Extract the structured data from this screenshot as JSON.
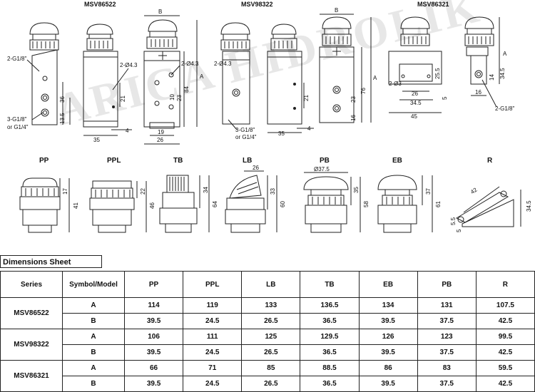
{
  "views": {
    "msv86522": {
      "title": "MSV86522",
      "dims": {
        "port_a": "2-G1/8\"",
        "port_b": "3-G1/8\"",
        "port_b2": "or G1/4\"",
        "hole": "2-Ø4.3",
        "d36": "36",
        "d13_5": "13.5",
        "d21": "21",
        "d4": "4",
        "d35": "35",
        "d26": "26",
        "d19": "19",
        "d10": "10",
        "d23": "23",
        "d84": "84",
        "labelA": "A",
        "labelB": "B"
      }
    },
    "msv98322": {
      "title": "MSV98322",
      "dims": {
        "hole": "2-Ø4.3",
        "d21": "21",
        "port": "3-G1/8\"",
        "port2": "or G1/4\"",
        "d35": "35",
        "d4": "4",
        "labelB": "B"
      }
    },
    "msv86321": {
      "title": "MSV86321",
      "dims": {
        "d23": "23",
        "d16": "16",
        "d76": "76",
        "hole": "2-Ø3",
        "d25_5": "25.5",
        "d26": "26",
        "d34_5": "34.5",
        "d45": "45",
        "d5": "5",
        "d14": "14",
        "d34_5b": "34.5",
        "d16b": "16",
        "port": "2-G1/8\"",
        "labelA": "A",
        "labelB": "B"
      }
    }
  },
  "heads": [
    {
      "key": "PP",
      "label": "PP",
      "dims": [
        "17",
        "41"
      ]
    },
    {
      "key": "PPL",
      "label": "PPL",
      "dims": [
        "22",
        "46"
      ]
    },
    {
      "key": "TB",
      "label": "TB",
      "dims": [
        "34",
        "64"
      ]
    },
    {
      "key": "LB",
      "label": "LB",
      "dims": [
        "26",
        "33",
        "60"
      ]
    },
    {
      "key": "PB",
      "label": "PB",
      "dims": [
        "Ø37.5",
        "35",
        "58"
      ]
    },
    {
      "key": "EB",
      "label": "EB",
      "dims": [
        "37",
        "61"
      ]
    },
    {
      "key": "R",
      "label": "R",
      "dims": [
        "42",
        "34.5",
        "5.5",
        "5"
      ]
    }
  ],
  "watermark": "ARICA HIDROLIK",
  "sheet_title": "Dimensions Sheet",
  "table": {
    "headers": [
      "Series",
      "Symbol/Model",
      "PP",
      "PPL",
      "LB",
      "TB",
      "EB",
      "PB",
      "R"
    ],
    "groups": [
      {
        "series": "MSV86522",
        "rows": [
          {
            "symbol": "A",
            "values": [
              "114",
              "119",
              "133",
              "136.5",
              "134",
              "131",
              "107.5"
            ]
          },
          {
            "symbol": "B",
            "values": [
              "39.5",
              "24.5",
              "26.5",
              "36.5",
              "39.5",
              "37.5",
              "42.5"
            ]
          }
        ]
      },
      {
        "series": "MSV98322",
        "rows": [
          {
            "symbol": "A",
            "values": [
              "106",
              "111",
              "125",
              "129.5",
              "126",
              "123",
              "99.5"
            ]
          },
          {
            "symbol": "B",
            "values": [
              "39.5",
              "24.5",
              "26.5",
              "36.5",
              "39.5",
              "37.5",
              "42.5"
            ]
          }
        ]
      },
      {
        "series": "MSV86321",
        "rows": [
          {
            "symbol": "A",
            "values": [
              "66",
              "71",
              "85",
              "88.5",
              "86",
              "83",
              "59.5"
            ]
          },
          {
            "symbol": "B",
            "values": [
              "39.5",
              "24.5",
              "26.5",
              "36.5",
              "39.5",
              "37.5",
              "42.5"
            ]
          }
        ]
      }
    ]
  }
}
